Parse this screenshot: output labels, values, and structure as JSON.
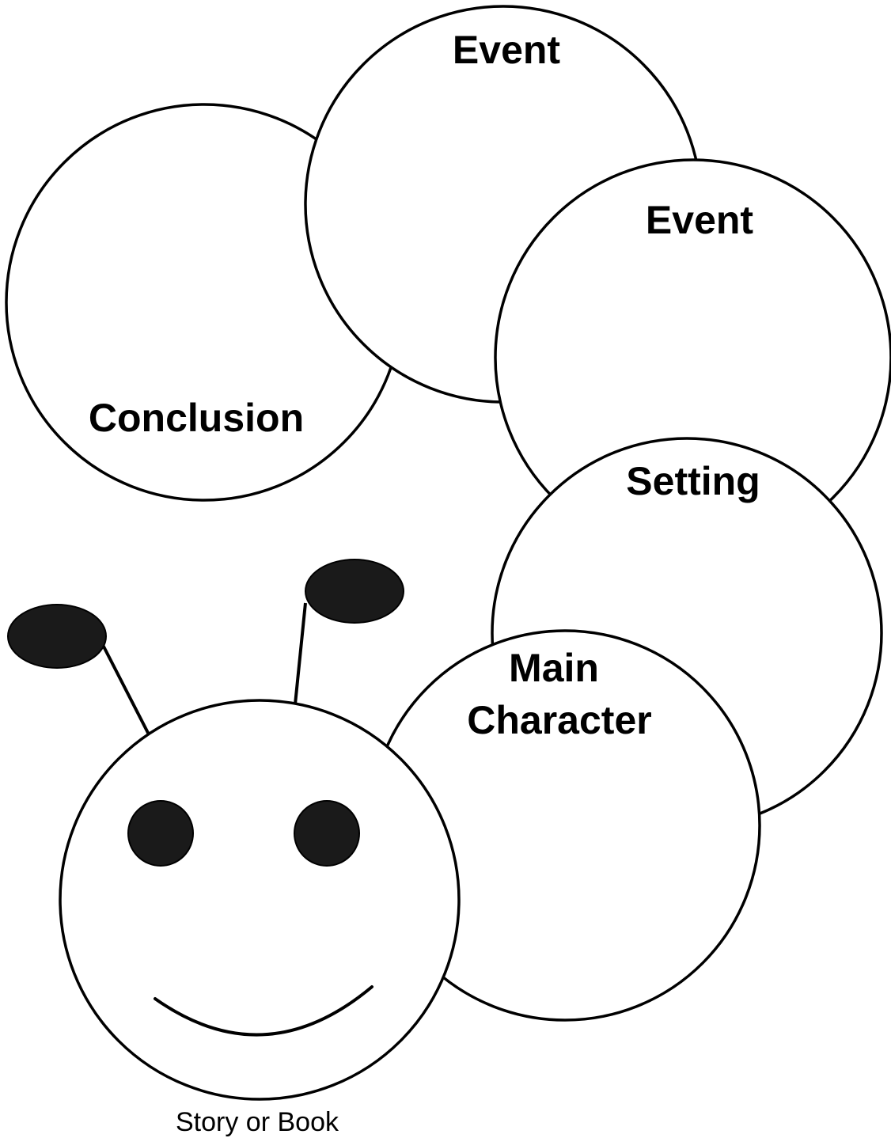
{
  "diagram": {
    "segments": {
      "conclusion": "Conclusion",
      "event_top": "Event",
      "event_right": "Event",
      "setting": "Setting",
      "main_character_line1": "Main",
      "main_character_line2": "Character"
    },
    "head_caption": "Story or Book"
  }
}
